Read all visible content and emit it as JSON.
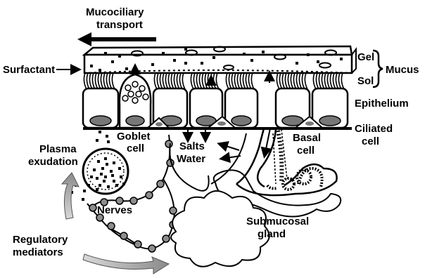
{
  "labels": {
    "mucociliary_line1": "Mucociliary",
    "mucociliary_line2": "transport",
    "surfactant": "Surfactant",
    "gel": "Gel",
    "sol": "Sol",
    "mucus": "Mucus",
    "epithelium": "Epithelium",
    "ciliated_line1": "Ciliated",
    "ciliated_line2": "cell",
    "goblet_line1": "Goblet",
    "goblet_line2": "cell",
    "basal_line1": "Basal",
    "basal_line2": "cell",
    "plasma_line1": "Plasma",
    "plasma_line2": "exudation",
    "salts": "Salts",
    "water": "Water",
    "nerves": "Nerves",
    "submucosal_line1": "Submucosal",
    "submucosal_line2": "gland",
    "regulatory_line1": "Regulatory",
    "regulatory_line2": "mediators"
  },
  "colors": {
    "stroke": "#000000",
    "nucleus": "#777777",
    "nerve_node": "#8c8c8c",
    "arrow_fill": "#a0a0a0"
  }
}
